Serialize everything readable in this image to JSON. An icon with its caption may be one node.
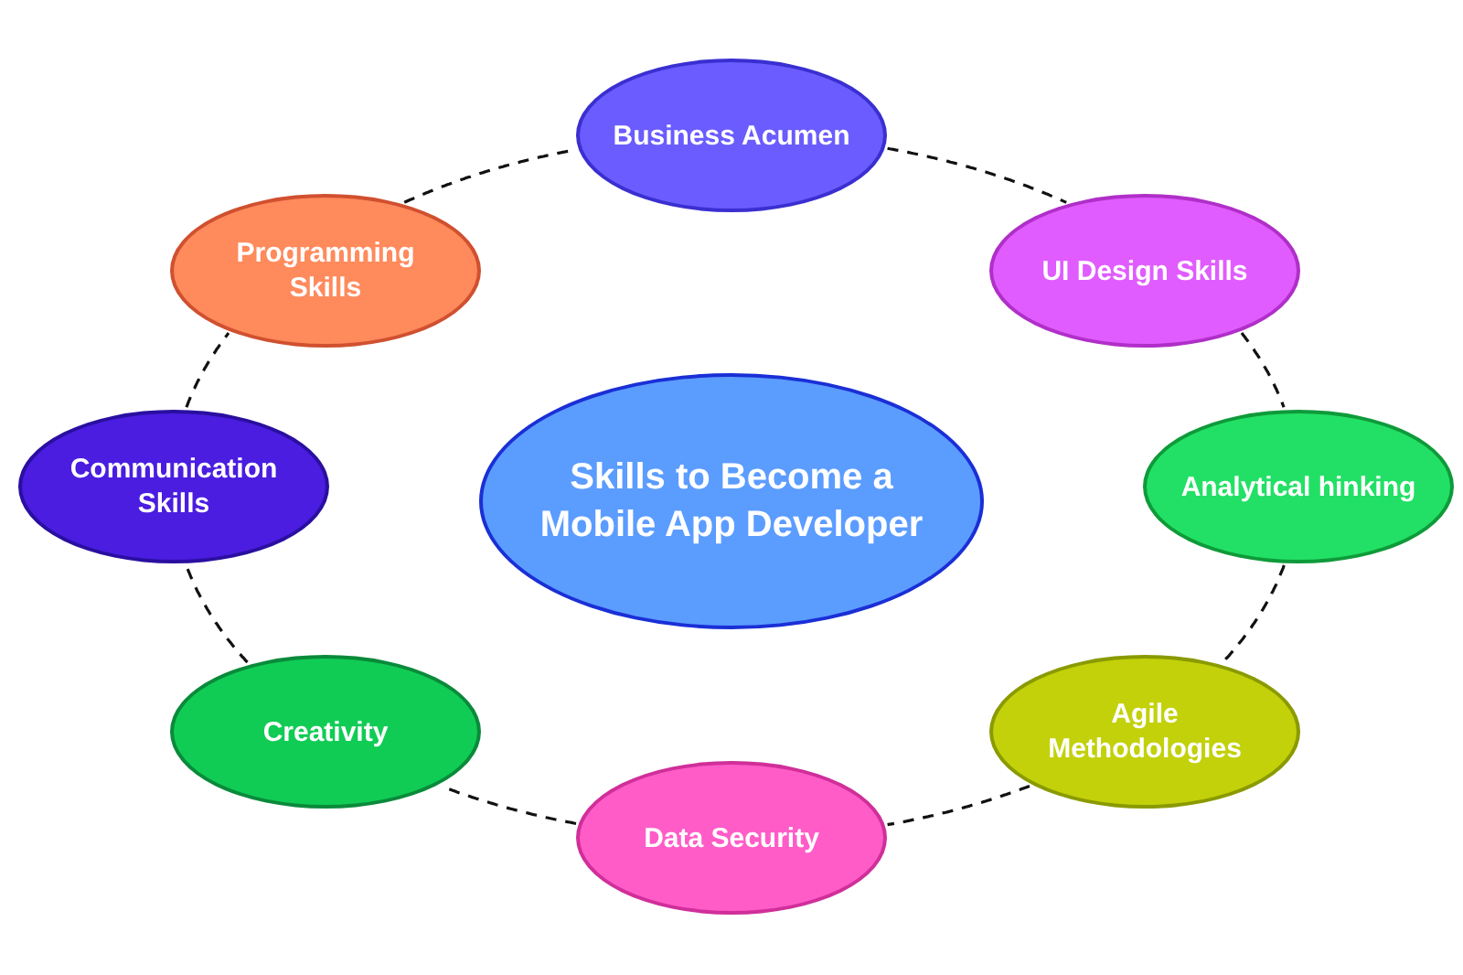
{
  "diagram": {
    "nodes": [
      {
        "text": [
          "Skills to Become a Mobile App Developer"
        ]
      },
      {
        "text": [
          "Business Acumen"
        ]
      },
      {
        "text": [
          "UI Design Skills"
        ]
      },
      {
        "text": [
          "Analytical hinking"
        ]
      },
      {
        "text": [
          "Agile Methodologies"
        ]
      },
      {
        "text": [
          "Data Security"
        ]
      },
      {
        "text": [
          "Creativity"
        ]
      },
      {
        "text": [
          "Communication Skills"
        ]
      },
      {
        "text": [
          "Programming Skills"
        ]
      }
    ],
    "edges": [
      {
        "from": 1,
        "to": 2,
        "arrow": "none",
        "style": "dashed"
      },
      {
        "from": 2,
        "to": 3,
        "arrow": "none",
        "style": "dashed"
      },
      {
        "from": 3,
        "to": 4,
        "arrow": "none",
        "style": "dashed"
      },
      {
        "from": 4,
        "to": 5,
        "arrow": "none",
        "style": "dashed"
      },
      {
        "from": 5,
        "to": 6,
        "arrow": "none",
        "style": "dashed"
      },
      {
        "from": 6,
        "to": 7,
        "arrow": "none",
        "style": "dashed"
      },
      {
        "from": 7,
        "to": 8,
        "arrow": "none",
        "style": "dashed"
      },
      {
        "from": 8,
        "to": 1,
        "arrow": "none",
        "style": "dashed"
      }
    ]
  }
}
